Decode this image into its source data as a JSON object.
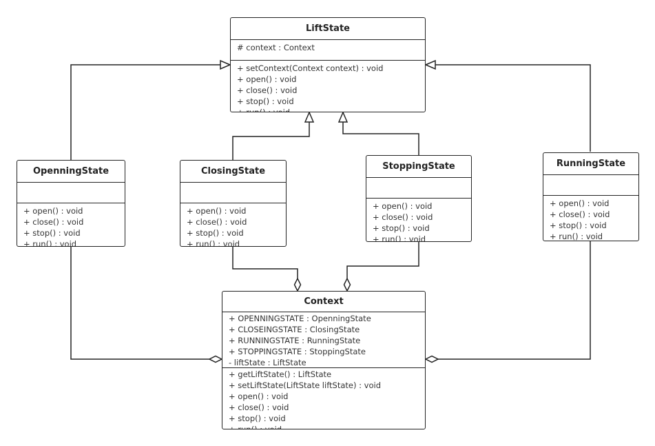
{
  "classes": {
    "liftstate": {
      "name": "LiftState",
      "attributes": [
        "# context : Context"
      ],
      "operations": [
        "+ setContext(Context context) : void",
        "+ open() : void",
        "+ close() : void",
        "+ stop() : void",
        "+ run() : void"
      ]
    },
    "openningstate": {
      "name": "OpenningState",
      "attributes": [],
      "operations": [
        "+ open() : void",
        "+ close() : void",
        "+ stop() : void",
        "+ run() : void"
      ]
    },
    "closingstate": {
      "name": "ClosingState",
      "attributes": [],
      "operations": [
        "+ open() : void",
        "+ close() : void",
        "+ stop() : void",
        "+ run() : void"
      ]
    },
    "stoppingstate": {
      "name": "StoppingState",
      "attributes": [],
      "operations": [
        "+ open() : void",
        "+ close() : void",
        "+ stop() : void",
        "+ run() : void"
      ]
    },
    "runningstate": {
      "name": "RunningState",
      "attributes": [],
      "operations": [
        "+ open() : void",
        "+ close() : void",
        "+ stop() : void",
        "+ run() : void"
      ]
    },
    "context": {
      "name": "Context",
      "attributes": [
        "+ OPENNINGSTATE : OpenningState",
        "+ CLOSEINGSTATE : ClosingState",
        "+ RUNNINGSTATE : RunningState",
        "+ STOPPINGSTATE : StoppingState",
        "- liftState : LiftState"
      ],
      "operations": [
        "+ getLiftState() : LiftState",
        "+ setLiftState(LiftState liftState) : void",
        "+ open() : void",
        "+ close() : void",
        "+ stop() : void",
        "+ run() : void"
      ]
    }
  },
  "relations": [
    {
      "type": "generalization",
      "from": "OpenningState",
      "to": "LiftState"
    },
    {
      "type": "generalization",
      "from": "ClosingState",
      "to": "LiftState"
    },
    {
      "type": "generalization",
      "from": "StoppingState",
      "to": "LiftState"
    },
    {
      "type": "generalization",
      "from": "RunningState",
      "to": "LiftState"
    },
    {
      "type": "aggregation",
      "from": "OpenningState",
      "to": "Context"
    },
    {
      "type": "aggregation",
      "from": "ClosingState",
      "to": "Context"
    },
    {
      "type": "aggregation",
      "from": "StoppingState",
      "to": "Context"
    },
    {
      "type": "aggregation",
      "from": "RunningState",
      "to": "Context"
    }
  ]
}
